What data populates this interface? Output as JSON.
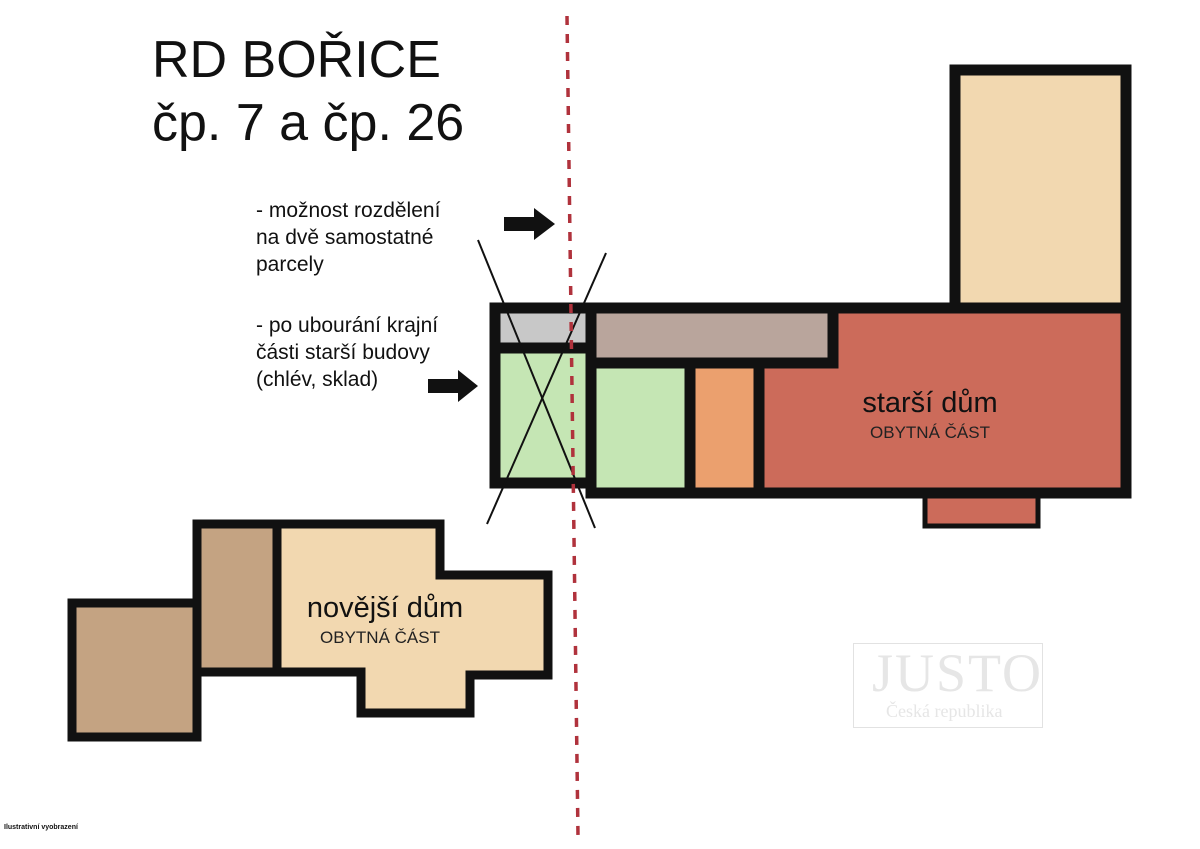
{
  "title": {
    "line1": "RD BOŘICE",
    "line2": "čp. 7 a čp. 26"
  },
  "annotations": {
    "note1": [
      "- možnost rozdělení",
      "na dvě samostatné",
      "parcely"
    ],
    "note2": [
      "- po ubourání krajní",
      "části starší budovy",
      "(chlév, sklad)"
    ]
  },
  "buildings": {
    "older": {
      "name": "starší dům",
      "subtitle": "OBYTNÁ ČÁST"
    },
    "newer": {
      "name": "novější dům",
      "subtitle": "OBYTNÁ ČÁST"
    }
  },
  "watermark": {
    "main": "JUSTO",
    "sub": "Česká republika"
  },
  "footnote": "Ilustrativní vyobrazení",
  "colors": {
    "wall": "#111111",
    "older_living": "#cc6b5a",
    "peach": "#f2d8b0",
    "green": "#c5e6b4",
    "orange": "#eba06e",
    "mauve": "#b9a59c",
    "gray": "#c8c8c8",
    "brown": "#c4a382",
    "divider": "#b0323c"
  }
}
